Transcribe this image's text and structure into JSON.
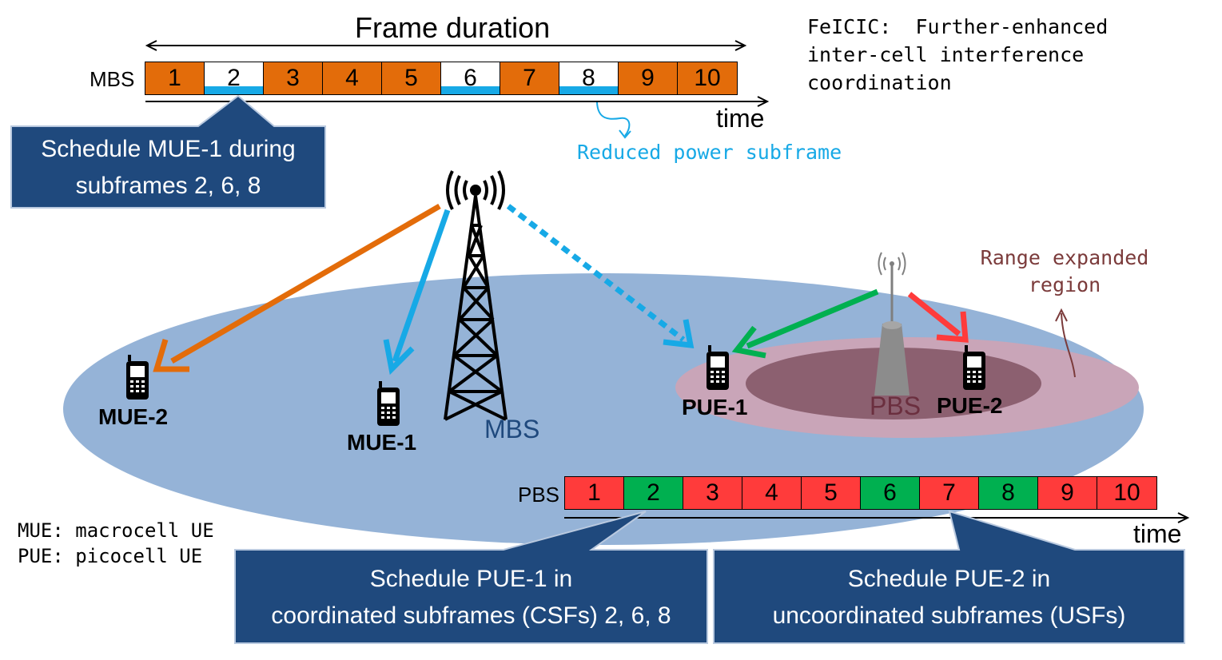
{
  "title": "Frame duration",
  "feicic": {
    "line1": "FeICIC:  Further-enhanced",
    "line2": "inter-cell interference coordination"
  },
  "mbs_frame": {
    "label": "MBS",
    "time_label": "time",
    "subframes": [
      {
        "n": "1",
        "fill": "#e36c0a",
        "band": false
      },
      {
        "n": "2",
        "fill": "#ffffff",
        "band": true
      },
      {
        "n": "3",
        "fill": "#e36c0a",
        "band": false
      },
      {
        "n": "4",
        "fill": "#e36c0a",
        "band": false
      },
      {
        "n": "5",
        "fill": "#e36c0a",
        "band": false
      },
      {
        "n": "6",
        "fill": "#ffffff",
        "band": true
      },
      {
        "n": "7",
        "fill": "#e36c0a",
        "band": false
      },
      {
        "n": "8",
        "fill": "#ffffff",
        "band": true
      },
      {
        "n": "9",
        "fill": "#e36c0a",
        "band": false
      },
      {
        "n": "10",
        "fill": "#e36c0a",
        "band": false
      }
    ]
  },
  "reduced_power": "Reduced power subframe",
  "callout_mue": {
    "line1": "Schedule MUE-1 during",
    "line2": "subframes 2, 6, 8"
  },
  "range_expanded": {
    "line1": "Range expanded",
    "line2": "region"
  },
  "nodes": {
    "mbs": "MBS",
    "pbs": "PBS",
    "mue1": "MUE-1",
    "mue2": "MUE-2",
    "pue1": "PUE-1",
    "pue2": "PUE-2"
  },
  "pbs_frame": {
    "label": "PBS",
    "time_label": "time",
    "subframes": [
      {
        "n": "1",
        "fill": "#ff3b3b"
      },
      {
        "n": "2",
        "fill": "#00b050"
      },
      {
        "n": "3",
        "fill": "#ff3b3b"
      },
      {
        "n": "4",
        "fill": "#ff3b3b"
      },
      {
        "n": "5",
        "fill": "#ff3b3b"
      },
      {
        "n": "6",
        "fill": "#00b050"
      },
      {
        "n": "7",
        "fill": "#ff3b3b"
      },
      {
        "n": "8",
        "fill": "#00b050"
      },
      {
        "n": "9",
        "fill": "#ff3b3b"
      },
      {
        "n": "10",
        "fill": "#ff3b3b"
      }
    ]
  },
  "legend": {
    "line1": "MUE: macrocell UE",
    "line2": "PUE: picocell UE"
  },
  "callout_pue1": {
    "line1": "Schedule PUE-1 in",
    "line2": "coordinated subframes (CSFs) 2, 6, 8"
  },
  "callout_pue2": {
    "line1": "Schedule PUE-2 in",
    "line2": "uncoordinated subframes (USFs)"
  },
  "colors": {
    "macro_cell": "#95b3d7",
    "range_region": "#c9a5b8",
    "pico_core": "#8c6070",
    "callout": "#1f497d",
    "orange": "#e36c0a",
    "cyan": "#17a9e6",
    "green": "#00b050",
    "red": "#ff3b3b"
  }
}
